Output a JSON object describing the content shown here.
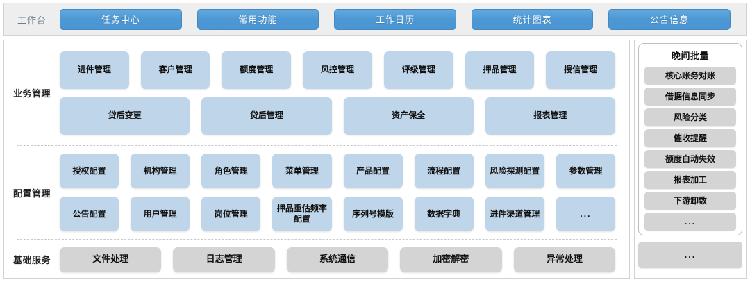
{
  "header": {
    "workbench_label": "工作台",
    "tabs": [
      {
        "label": "任务中心"
      },
      {
        "label": "常用功能"
      },
      {
        "label": "工作日历"
      },
      {
        "label": "统计图表"
      },
      {
        "label": "公告信息"
      }
    ],
    "tab_color": "#4d98d4",
    "bar_bg": "#eeeeee"
  },
  "sections": [
    {
      "label": "业务管理",
      "tile_color": "#bfd6ea",
      "rows": [
        [
          "进件管理",
          "客户管理",
          "额度管理",
          "风控管理",
          "评级管理",
          "押品管理",
          "授信管理"
        ],
        [
          "贷后变更",
          "贷后管理",
          "资产保全",
          "报表管理"
        ]
      ]
    },
    {
      "label": "配置管理",
      "tile_color": "#bfd6ea",
      "rows": [
        [
          "授权配置",
          "机构管理",
          "角色管理",
          "菜单管理",
          "产品配置",
          "流程配置",
          "风险探测配置",
          "参数管理"
        ],
        [
          "公告配置",
          "用户管理",
          "岗位管理",
          "押品重估频率配置",
          "序列号模版",
          "数据字典",
          "进件渠道管理",
          "..."
        ]
      ]
    },
    {
      "label": "基础服务",
      "tile_color": "#d4d4d4",
      "rows": [
        [
          "文件处理",
          "日志管理",
          "系统通信",
          "加密解密",
          "异常处理"
        ]
      ]
    }
  ],
  "right_panel": {
    "batch_title": "晚间批量",
    "batch_items": [
      "核心账务对账",
      "借据信息同步",
      "风险分类",
      "催收提醒",
      "额度自动失效",
      "报表加工",
      "下游卸数",
      "..."
    ],
    "footer_label": "...",
    "item_color": "#d4d4d4"
  }
}
